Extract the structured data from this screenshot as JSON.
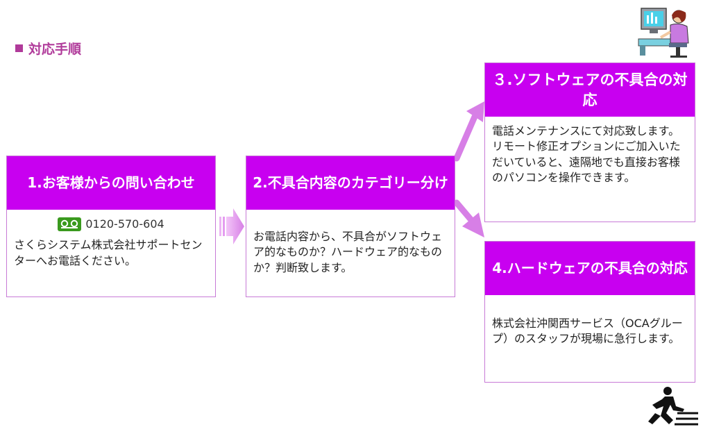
{
  "section": {
    "title": "対応手順"
  },
  "steps": [
    {
      "title": "1.お客様からの問い合わせ",
      "phone": "0120-570-604",
      "body": "さくらシステム株式会社サポートセンターへお電話ください。"
    },
    {
      "title": "2.不具合内容のカテゴリー分け",
      "body": "お電話内容から、不具合がソフトウェア的なものか？ハードウェア的なものか？判断致します。"
    },
    {
      "title": "３.ソフトウェアの不具合の対応",
      "body1": "電話メンテナンスにて対応致します。",
      "body2": "リモート修正オプションにご加入いただいていると、遠隔地でも直接お客様のパソコンを操作できます。"
    },
    {
      "title": "4.ハードウェアの不具合の対応",
      "body": "株式会社沖関西サービス（OCAグループ）のスタッフが現場に急行します。"
    }
  ],
  "icons": {
    "freedial": "free-dial-icon",
    "person": "person-at-computer-icon",
    "runner": "running-person-icon",
    "arrow": "arrow-icon"
  },
  "colors": {
    "header_bg": "#c800f0",
    "border": "#c77ad6",
    "title_accent": "#b03a9a",
    "arrow": "#d77fe6",
    "freedial_green": "#3a9a1e"
  }
}
